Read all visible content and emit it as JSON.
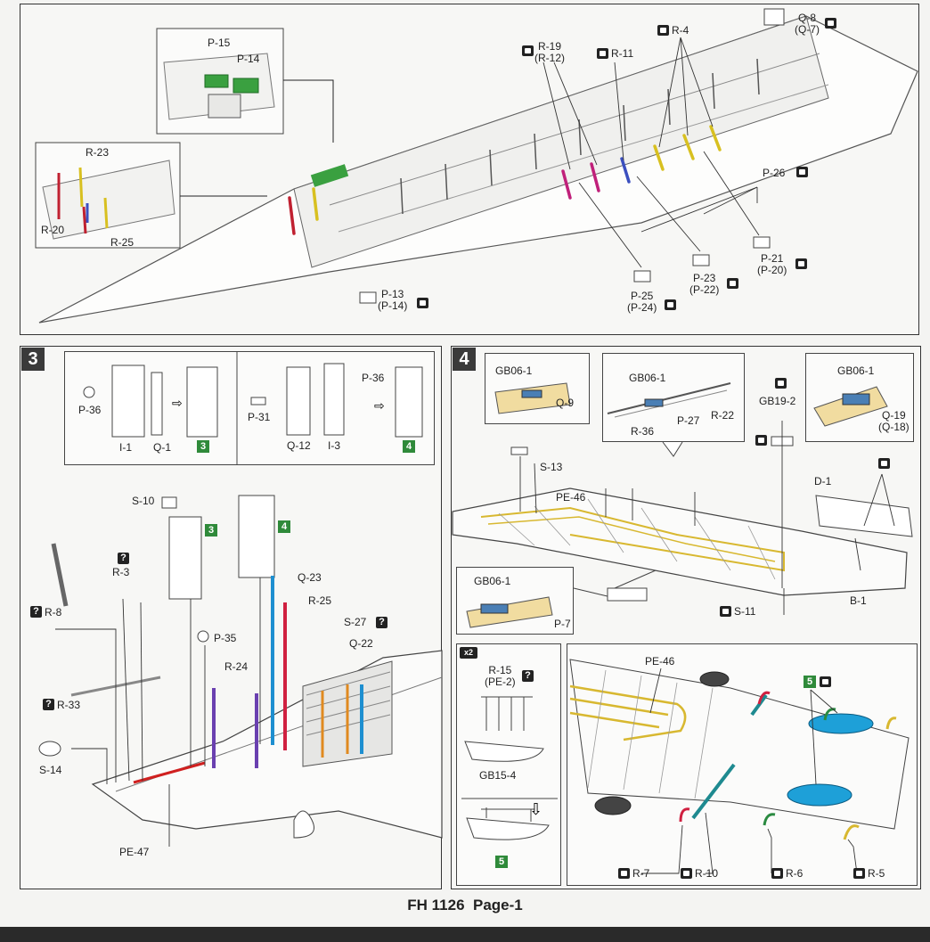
{
  "footer": "FH 1126  Page-1",
  "step3": {
    "number": "3"
  },
  "step4": {
    "number": "4"
  },
  "badges": {
    "b3": "3",
    "b4": "4",
    "b5": "5",
    "x2": "x2",
    "q": "?"
  },
  "top_labels": {
    "p15": "P-15",
    "p14": "P-14",
    "r23": "R-23",
    "r20": "R-20",
    "r25": "R-25",
    "p13": "P-13",
    "p13b": "(P-14)",
    "r19": "R-19",
    "r19b": "(R-12)",
    "r11": "R-11",
    "r4": "R-4",
    "q8": "Q-8",
    "q8b": "(Q-7)",
    "p26": "P-26",
    "p25": "P-25",
    "p25b": "(P-24)",
    "p23": "P-23",
    "p23b": "(P-22)",
    "p21": "P-21",
    "p21b": "(P-20)"
  },
  "step3_labels": {
    "p36a": "P-36",
    "i1": "I-1",
    "q1": "Q-1",
    "p31": "P-31",
    "q12": "Q-12",
    "i3": "I-3",
    "p36b": "P-36",
    "s10": "S-10",
    "r3": "R-3",
    "r8": "R-8",
    "q23": "Q-23",
    "r25": "R-25",
    "s27": "S-27",
    "q22": "Q-22",
    "p35": "P-35",
    "r24": "R-24",
    "r33": "R-33",
    "s14": "S-14",
    "pe47": "PE-47"
  },
  "step4_labels": {
    "gb061": "GB06-1",
    "q9": "Q-9",
    "s13": "S-13",
    "pe46": "PE-46",
    "gb062": "GB06-1",
    "r36": "R-36",
    "p27": "P-27",
    "r22": "R-22",
    "gb192": "GB19-2",
    "gb063": "GB06-1",
    "q19": "Q-19",
    "q19b": "(Q-18)",
    "d1": "D-1",
    "b1": "B-1",
    "s11": "S-11",
    "gb064": "GB06-1",
    "p7": "P-7",
    "r15": "R-15",
    "r15b": "(PE-2)",
    "gb154": "GB15-4",
    "pe46b": "PE-46",
    "r7": "R-7",
    "r10": "R-10",
    "r6": "R-6",
    "r5": "R-5"
  }
}
